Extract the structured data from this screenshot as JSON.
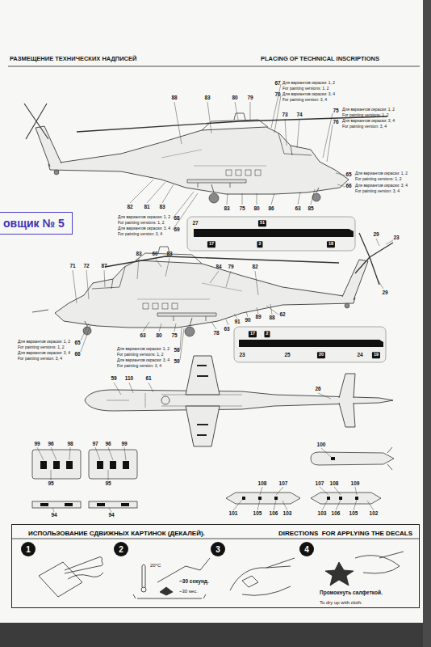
{
  "diagram": {
    "title": "РАЗМЕЩЕНИЕ ТЕХНИЧЕСКИХ НАДПИСЕЙ",
    "nodes": [
      {
        "text": [
          "овщик № 5"
        ]
      },
      {
        "text": [
          "ИСПОЛЬЗОВАНИЕ СДВИЖНЫХ КАРТИНОК (ДЕКАЛЕЙ).",
          "DIRECTIONS  FOR APPLYING THE DECALS"
        ]
      },
      {
        "text": [
          "1"
        ],
        "in": 1
      },
      {
        "text": [
          "2"
        ],
        "in": 1
      },
      {
        "text": [
          "3"
        ],
        "in": 1
      },
      {
        "text": [
          "4"
        ],
        "in": 1
      }
    ],
    "labels": [
      "PLACING OF TECHNICAL INSCRIPTIONS",
      "88",
      "83",
      "80",
      "79",
      "67",
      "Для вариантов окраски: 1, 2",
      "For painting versions: 1, 2",
      "70",
      "Для вариантов окраски: 3, 4",
      "For painting version: 3, 4",
      "73",
      "74",
      "75",
      "Для вариантов окраски: 1, 2",
      "For painting versions: 1, 2",
      "76",
      "Для вариантов окраски: 3, 4",
      "For painting version: 3, 4",
      "65",
      "Для вариантов окраски: 1, 2",
      "For painting versions: 1, 2",
      "66",
      "Для вариантов окраски: 3, 4",
      "For painting version: 3, 4",
      "82",
      "81",
      "83",
      "83",
      "75",
      "80",
      "86",
      "63",
      "85",
      "Для вариантов окраски: 1, 2",
      "For painting versions: 1, 2",
      "68",
      "Для вариантов окраски: 3, 4",
      "For painting version: 3, 4",
      "69",
      "27",
      "51",
      "17",
      "2",
      "18",
      "29",
      "23",
      "29",
      "71",
      "72",
      "87",
      "83",
      "60",
      "83",
      "84",
      "79",
      "82",
      "62",
      "63",
      "80",
      "75",
      "78",
      "63",
      "91",
      "90",
      "89",
      "88",
      "Для вариантов окраски: 1, 2",
      "For painting versions: 1, 2",
      "65",
      "Для вариантов окраски: 3, 4",
      "For painting version: 3, 4",
      "66",
      "Для вариантов окраски: 1, 2",
      "For painting versions: 1, 2",
      "58",
      "Для вариантов окраски: 3, 4",
      "For painting version: 3, 4",
      "59",
      "17",
      "2",
      "23",
      "25",
      "20",
      "24",
      "19",
      "59",
      "110",
      "61",
      "26",
      "99",
      "96",
      "98",
      "95",
      "97",
      "96",
      "99",
      "95",
      "94",
      "94",
      "100",
      "108",
      "107",
      "101",
      "105",
      "106",
      "103",
      "107",
      "108",
      "109",
      "103",
      "106",
      "105",
      "102",
      "20°C",
      "~30 секунд.",
      "~30 sec.",
      "Промокнуть салфеткой.",
      "To dry up with cloth."
    ]
  }
}
